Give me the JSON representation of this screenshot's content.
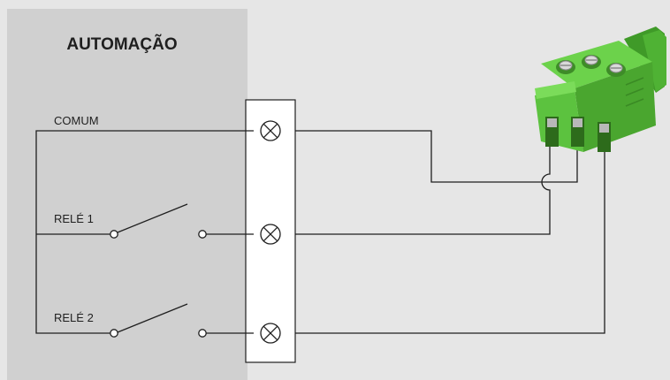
{
  "panel": {
    "title": "AUTOMAÇÃO"
  },
  "labels": {
    "common": "COMUM",
    "relay1": "RELÉ 1",
    "relay2": "RELÉ 2"
  },
  "colors": {
    "background": "#e6e6e6",
    "panel": "#d0d0d0",
    "terminal_block": "#ffffff",
    "wire": "#1f1f1f",
    "connector_green": "#5cc23f",
    "connector_dark_green": "#3f9a28"
  },
  "icons": {
    "terminal": "circled-x-icon",
    "connector": "green-3-pin-screw-terminal-connector"
  }
}
